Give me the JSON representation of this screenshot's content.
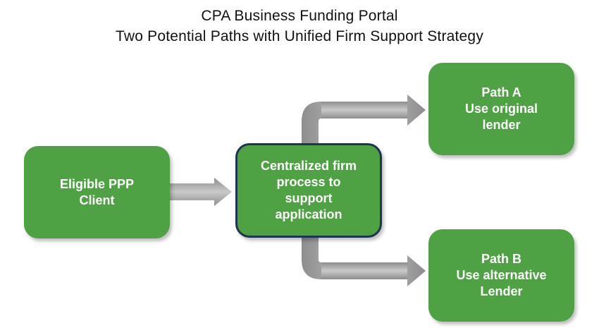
{
  "title": {
    "line1": "CPA Business Funding Portal",
    "line2": "Two Potential Paths with Unified Firm Support Strategy"
  },
  "nodes": {
    "client": {
      "lines": [
        "Eligible PPP",
        "Client"
      ]
    },
    "central": {
      "lines": [
        "Centralized firm",
        "process to",
        "support",
        "application"
      ]
    },
    "path_a": {
      "lines": [
        "Path A",
        "Use original",
        "lender"
      ]
    },
    "path_b": {
      "lines": [
        "Path B",
        "Use alternative",
        "Lender"
      ]
    }
  },
  "colors": {
    "box_fill": "#4ea244",
    "central_border": "#1c3550",
    "arrow": "#a8a8a8",
    "text": "#ffffff"
  }
}
